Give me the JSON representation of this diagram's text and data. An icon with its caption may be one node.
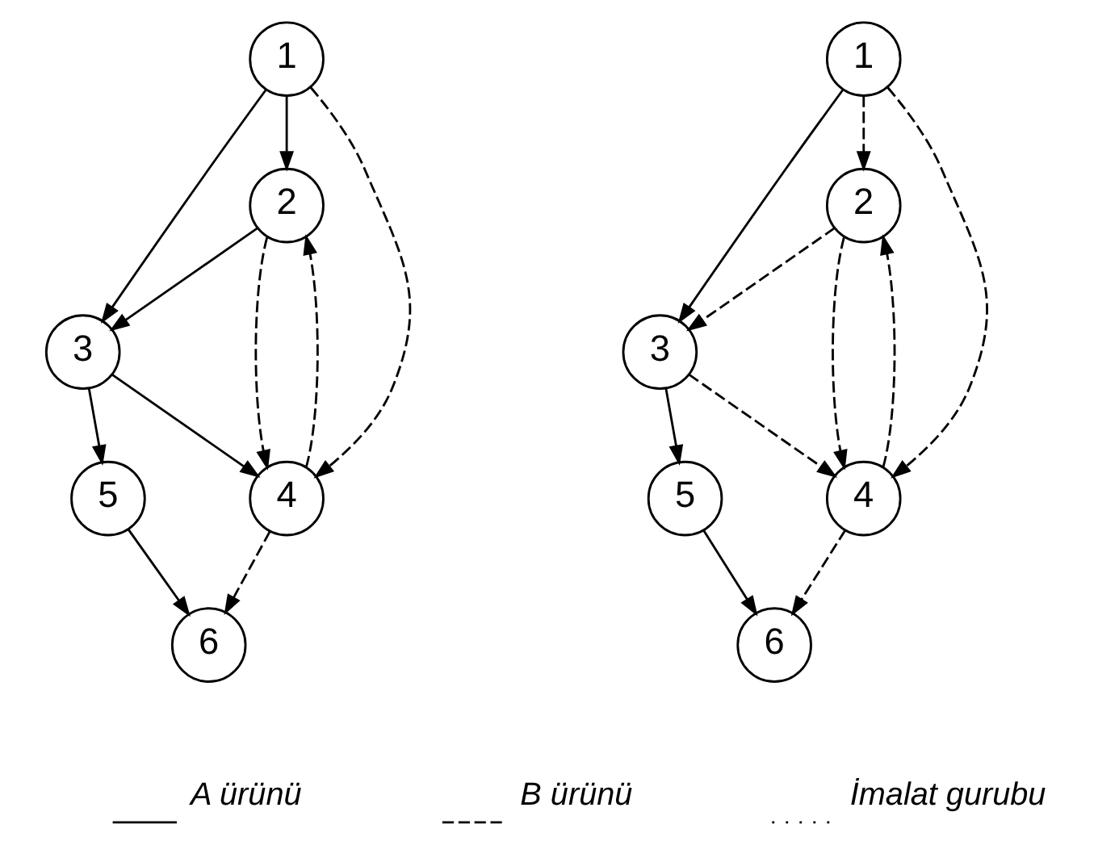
{
  "diagram": {
    "nodes": [
      {
        "text": [
          "1"
        ]
      },
      {
        "text": [
          "2"
        ]
      },
      {
        "text": [
          "3"
        ]
      },
      {
        "text": [
          "4"
        ]
      },
      {
        "text": [
          "5"
        ]
      },
      {
        "text": [
          "6"
        ]
      },
      {
        "text": [
          "1"
        ]
      },
      {
        "text": [
          "2"
        ]
      },
      {
        "text": [
          "3"
        ]
      },
      {
        "text": [
          "4"
        ]
      },
      {
        "text": [
          "5"
        ]
      },
      {
        "text": [
          "6"
        ]
      }
    ],
    "edges": [
      {
        "from": 0,
        "to": 1,
        "arrow": "to"
      },
      {
        "from": 1,
        "to": 2,
        "arrow": "to"
      },
      {
        "from": 2,
        "to": 3,
        "arrow": "to"
      },
      {
        "from": 4,
        "to": 5,
        "arrow": "to"
      },
      {
        "from": 0,
        "to": 2,
        "arrow": "to"
      },
      {
        "from": 2,
        "to": 4,
        "arrow": "to"
      },
      {
        "from": 0,
        "to": 3,
        "arrow": "to",
        "style": "dashed"
      },
      {
        "from": 3,
        "to": 1,
        "arrow": "to",
        "style": "dashed"
      },
      {
        "from": 1,
        "to": 3,
        "arrow": "to",
        "style": "dashed"
      },
      {
        "from": 3,
        "to": 5,
        "arrow": "to",
        "style": "dashed"
      },
      {
        "from": 6,
        "to": 7,
        "arrow": "to",
        "style": "dashed"
      },
      {
        "from": 6,
        "to": 9,
        "arrow": "to",
        "style": "dashed"
      },
      {
        "from": 6,
        "to": 8,
        "arrow": "to"
      },
      {
        "from": 7,
        "to": 8,
        "arrow": "to",
        "style": "dashed"
      },
      {
        "from": 9,
        "to": 7,
        "arrow": "to",
        "style": "dashed"
      },
      {
        "from": 7,
        "to": 9,
        "arrow": "to",
        "style": "dashed"
      },
      {
        "from": 8,
        "to": 9,
        "arrow": "to",
        "style": "dashed"
      },
      {
        "from": 8,
        "to": 10,
        "arrow": "to"
      },
      {
        "from": 10,
        "to": 11,
        "arrow": "to"
      },
      {
        "from": 9,
        "to": 11,
        "arrow": "to",
        "style": "dashed"
      }
    ],
    "legend": [
      {
        "text": "A ürünü"
      },
      {
        "text": "B ürünü"
      },
      {
        "text": "İmalat gurubu"
      }
    ]
  }
}
